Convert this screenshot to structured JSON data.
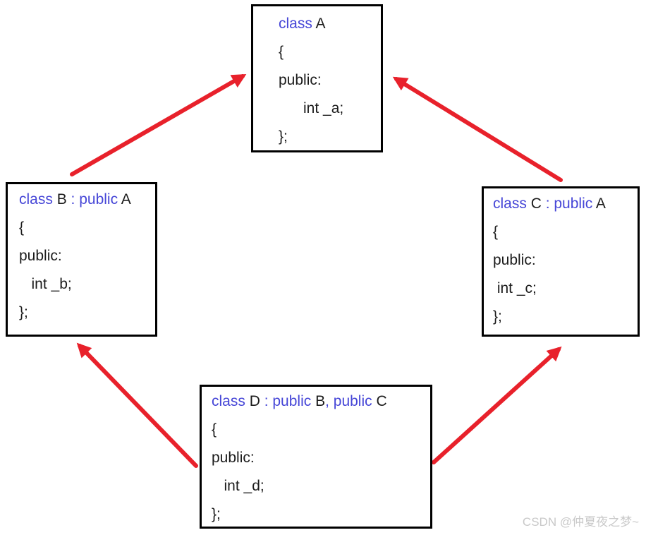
{
  "colors": {
    "background": "#ffffff",
    "text_black": "#1b1b1b",
    "keyword_blue": "#4646d7",
    "arrow_red": "#e8212b",
    "box_border": "#000000",
    "watermark_gray": "#c9c9c9"
  },
  "diagram": {
    "type": "cpp-diamond-inheritance",
    "inheritance_edges": [
      {
        "from": "class B",
        "to": "class A"
      },
      {
        "from": "class C",
        "to": "class A"
      },
      {
        "from": "class D",
        "to": "class B"
      },
      {
        "from": "class D",
        "to": "class C"
      }
    ]
  },
  "boxes": {
    "a": {
      "decl": [
        "class",
        " A"
      ],
      "body": [
        "{",
        "public:",
        "      int _a;",
        "};"
      ]
    },
    "b": {
      "decl": [
        "class",
        " B ",
        ": public",
        " A"
      ],
      "body": [
        "{",
        "public:",
        "   int _b;",
        "};"
      ]
    },
    "c": {
      "decl": [
        "class",
        " C ",
        ": public",
        " A"
      ],
      "body": [
        "{",
        "public:",
        " int _c;",
        "};"
      ]
    },
    "d": {
      "decl": [
        "class",
        " D ",
        ": public",
        " B",
        ", public",
        " C"
      ],
      "body": [
        "{",
        "public:",
        "   int _d;",
        "};"
      ]
    }
  },
  "watermark": "CSDN @仲夏夜之梦~"
}
